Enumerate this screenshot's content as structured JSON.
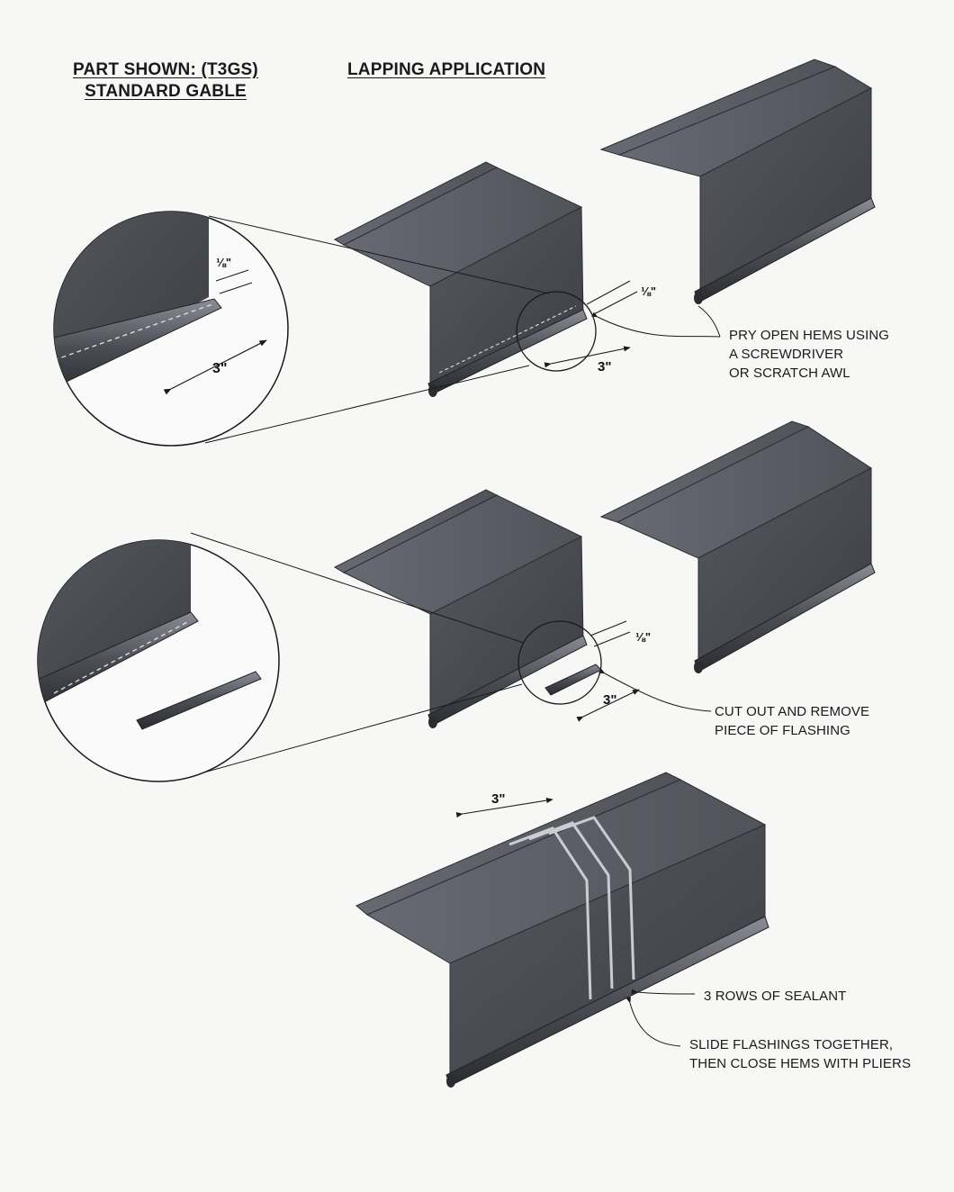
{
  "header": {
    "part_shown_line1": "PART SHOWN: (T3GS)",
    "part_shown_line2": "STANDARD GABLE",
    "application_title": "LAPPING APPLICATION"
  },
  "step1": {
    "note_lines": [
      "PRY OPEN HEMS USING",
      "A SCREWDRIVER",
      "OR SCRATCH AWL"
    ],
    "gap_dim": "⅛\"",
    "length_dim": "3\"",
    "detail_gap_dim": "⅛\"",
    "detail_length_dim": "3\""
  },
  "step2": {
    "note_lines": [
      "CUT OUT AND REMOVE",
      "PIECE OF FLASHING"
    ],
    "gap_dim": "⅛\"",
    "length_dim": "3\""
  },
  "step3": {
    "overlap_dim": "3\"",
    "sealant_note": "3 ROWS OF SEALANT",
    "close_note_lines": [
      "SLIDE FLASHINGS TOGETHER,",
      "THEN CLOSE HEMS WITH PLIERS"
    ]
  },
  "colors": {
    "metal_face": "#4b4e56",
    "metal_top": "#5f626b",
    "metal_edge": "#2c2e33",
    "line": "#1a1a1a"
  }
}
